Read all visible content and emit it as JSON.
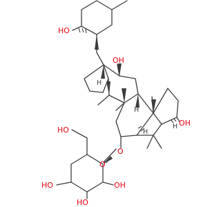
{
  "colors": {
    "bond": "#3c3c3c",
    "heteroatom": "#e8000b",
    "background": "#ffffff"
  },
  "atoms": {
    "oh_side_chain": "HO",
    "oh_12": "OH",
    "oh_3": "OH",
    "o_glycoside": "O",
    "o_ring": "O",
    "ho_ch2": "HO",
    "ho_c4": "HO",
    "ho_c3": "HO",
    "oh_c2": "OH",
    "h_8": "H",
    "h_9": "H",
    "h_5": "H",
    "h_3": "H"
  }
}
